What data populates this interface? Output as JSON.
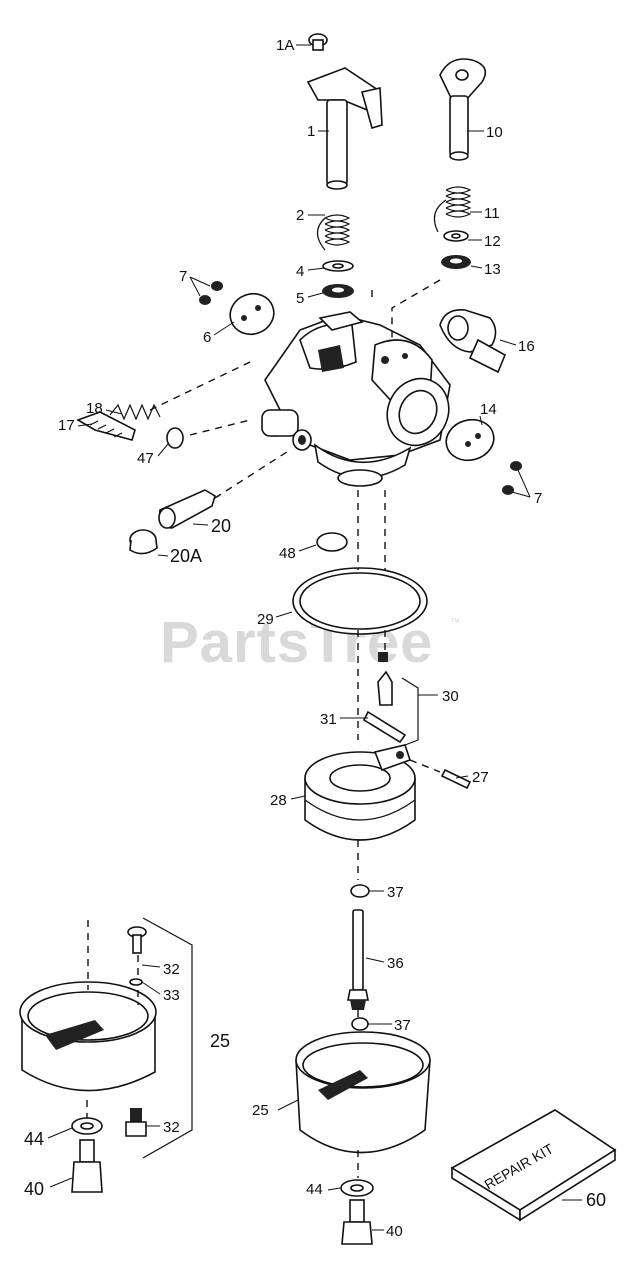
{
  "watermark": "PartsTree",
  "watermark_tm": "™",
  "kit_label": "REPAIR KIT",
  "labels": {
    "p1A": "1A",
    "p1": "1",
    "p2": "2",
    "p4": "4",
    "p5": "5",
    "p6": "6",
    "p7a": "7",
    "p10": "10",
    "p11": "11",
    "p12": "12",
    "p13": "13",
    "p16": "16",
    "p18": "18",
    "p17": "17",
    "p47": "47",
    "p14": "14",
    "p7b": "7",
    "p20": "20",
    "p20A": "20A",
    "p48": "48",
    "p29": "29",
    "p30": "30",
    "p31": "31",
    "p27": "27",
    "p28": "28",
    "p37a": "37",
    "p36": "36",
    "p37b": "37",
    "p32a": "32",
    "p33": "33",
    "p25a": "25",
    "p25b": "25",
    "p32b": "32",
    "p44a": "44",
    "p40a": "40",
    "p44b": "44",
    "p40b": "40",
    "p60": "60"
  }
}
